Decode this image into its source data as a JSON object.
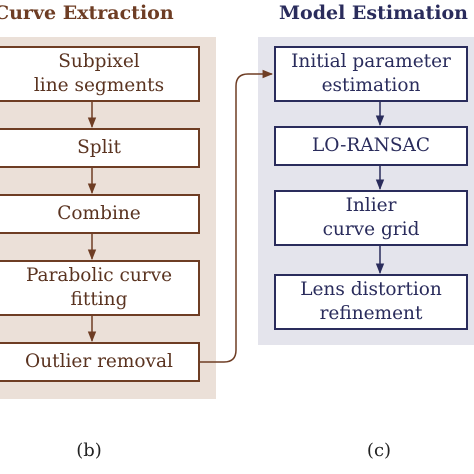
{
  "panel_b": {
    "heading": "Curve Extraction",
    "steps": [
      {
        "label": "Subpixel\nline segments"
      },
      {
        "label": "Split"
      },
      {
        "label": "Combine"
      },
      {
        "label": "Parabolic curve\nfitting"
      },
      {
        "label": "Outlier removal"
      }
    ],
    "caption": "(b)"
  },
  "panel_c": {
    "heading": "Model Estimation",
    "steps": [
      {
        "label": "Initial parameter\nestimation"
      },
      {
        "label": "LO-RANSAC"
      },
      {
        "label": "Inlier\ncurve grid"
      },
      {
        "label": "Lens distortion\nrefinement"
      }
    ],
    "caption": "(c)"
  },
  "colors": {
    "panel_b_bg": "#ebe0d8",
    "panel_c_bg": "#e4e4ec",
    "panel_b_accent": "#6e3d24",
    "panel_c_accent": "#2a2c5c"
  }
}
